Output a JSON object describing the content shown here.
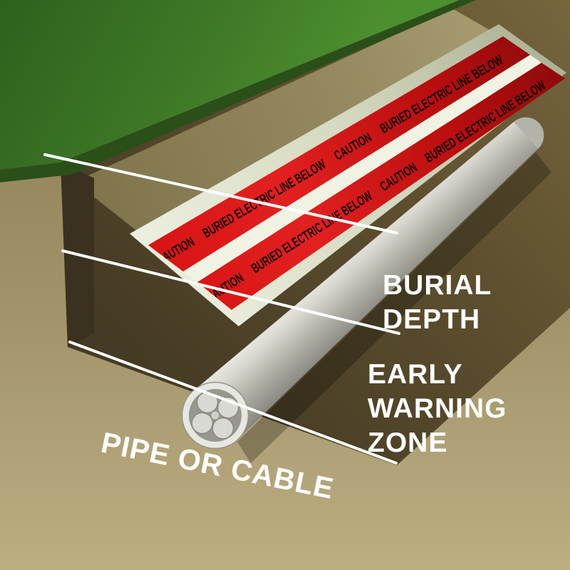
{
  "diagram": {
    "name": "buried-utility-warning-tape-diagram",
    "tape": {
      "text": "CAUTION     BURIED ELECTRIC LINE BELOW     CAUTION     BURIED ELECTRIC LINE BELOW"
    },
    "labels": {
      "burial_depth": [
        "BURIAL",
        "DEPTH"
      ],
      "early_warning_zone": [
        "EARLY",
        "WARNING",
        "ZONE"
      ],
      "pipe_or_cable": "PIPE OR CABLE"
    },
    "colors": {
      "grass_green": "#3f7a27",
      "sod_edge_green": "#2a4f19",
      "soil_front_light": "#b9ab7e",
      "soil_front_dark": "#8a7b51",
      "trench_shadow_brown": "#453a23",
      "trench_wall_olive": "#8f835a",
      "tape_red": "#d61212",
      "tape_lettering_black": "#160000",
      "tape_stripe_white": "#f0f2e4",
      "tape_backing_silver": "#e9ecdc",
      "pipe_gray": "#c6c6be",
      "annotation_white": "#ffffff"
    }
  }
}
